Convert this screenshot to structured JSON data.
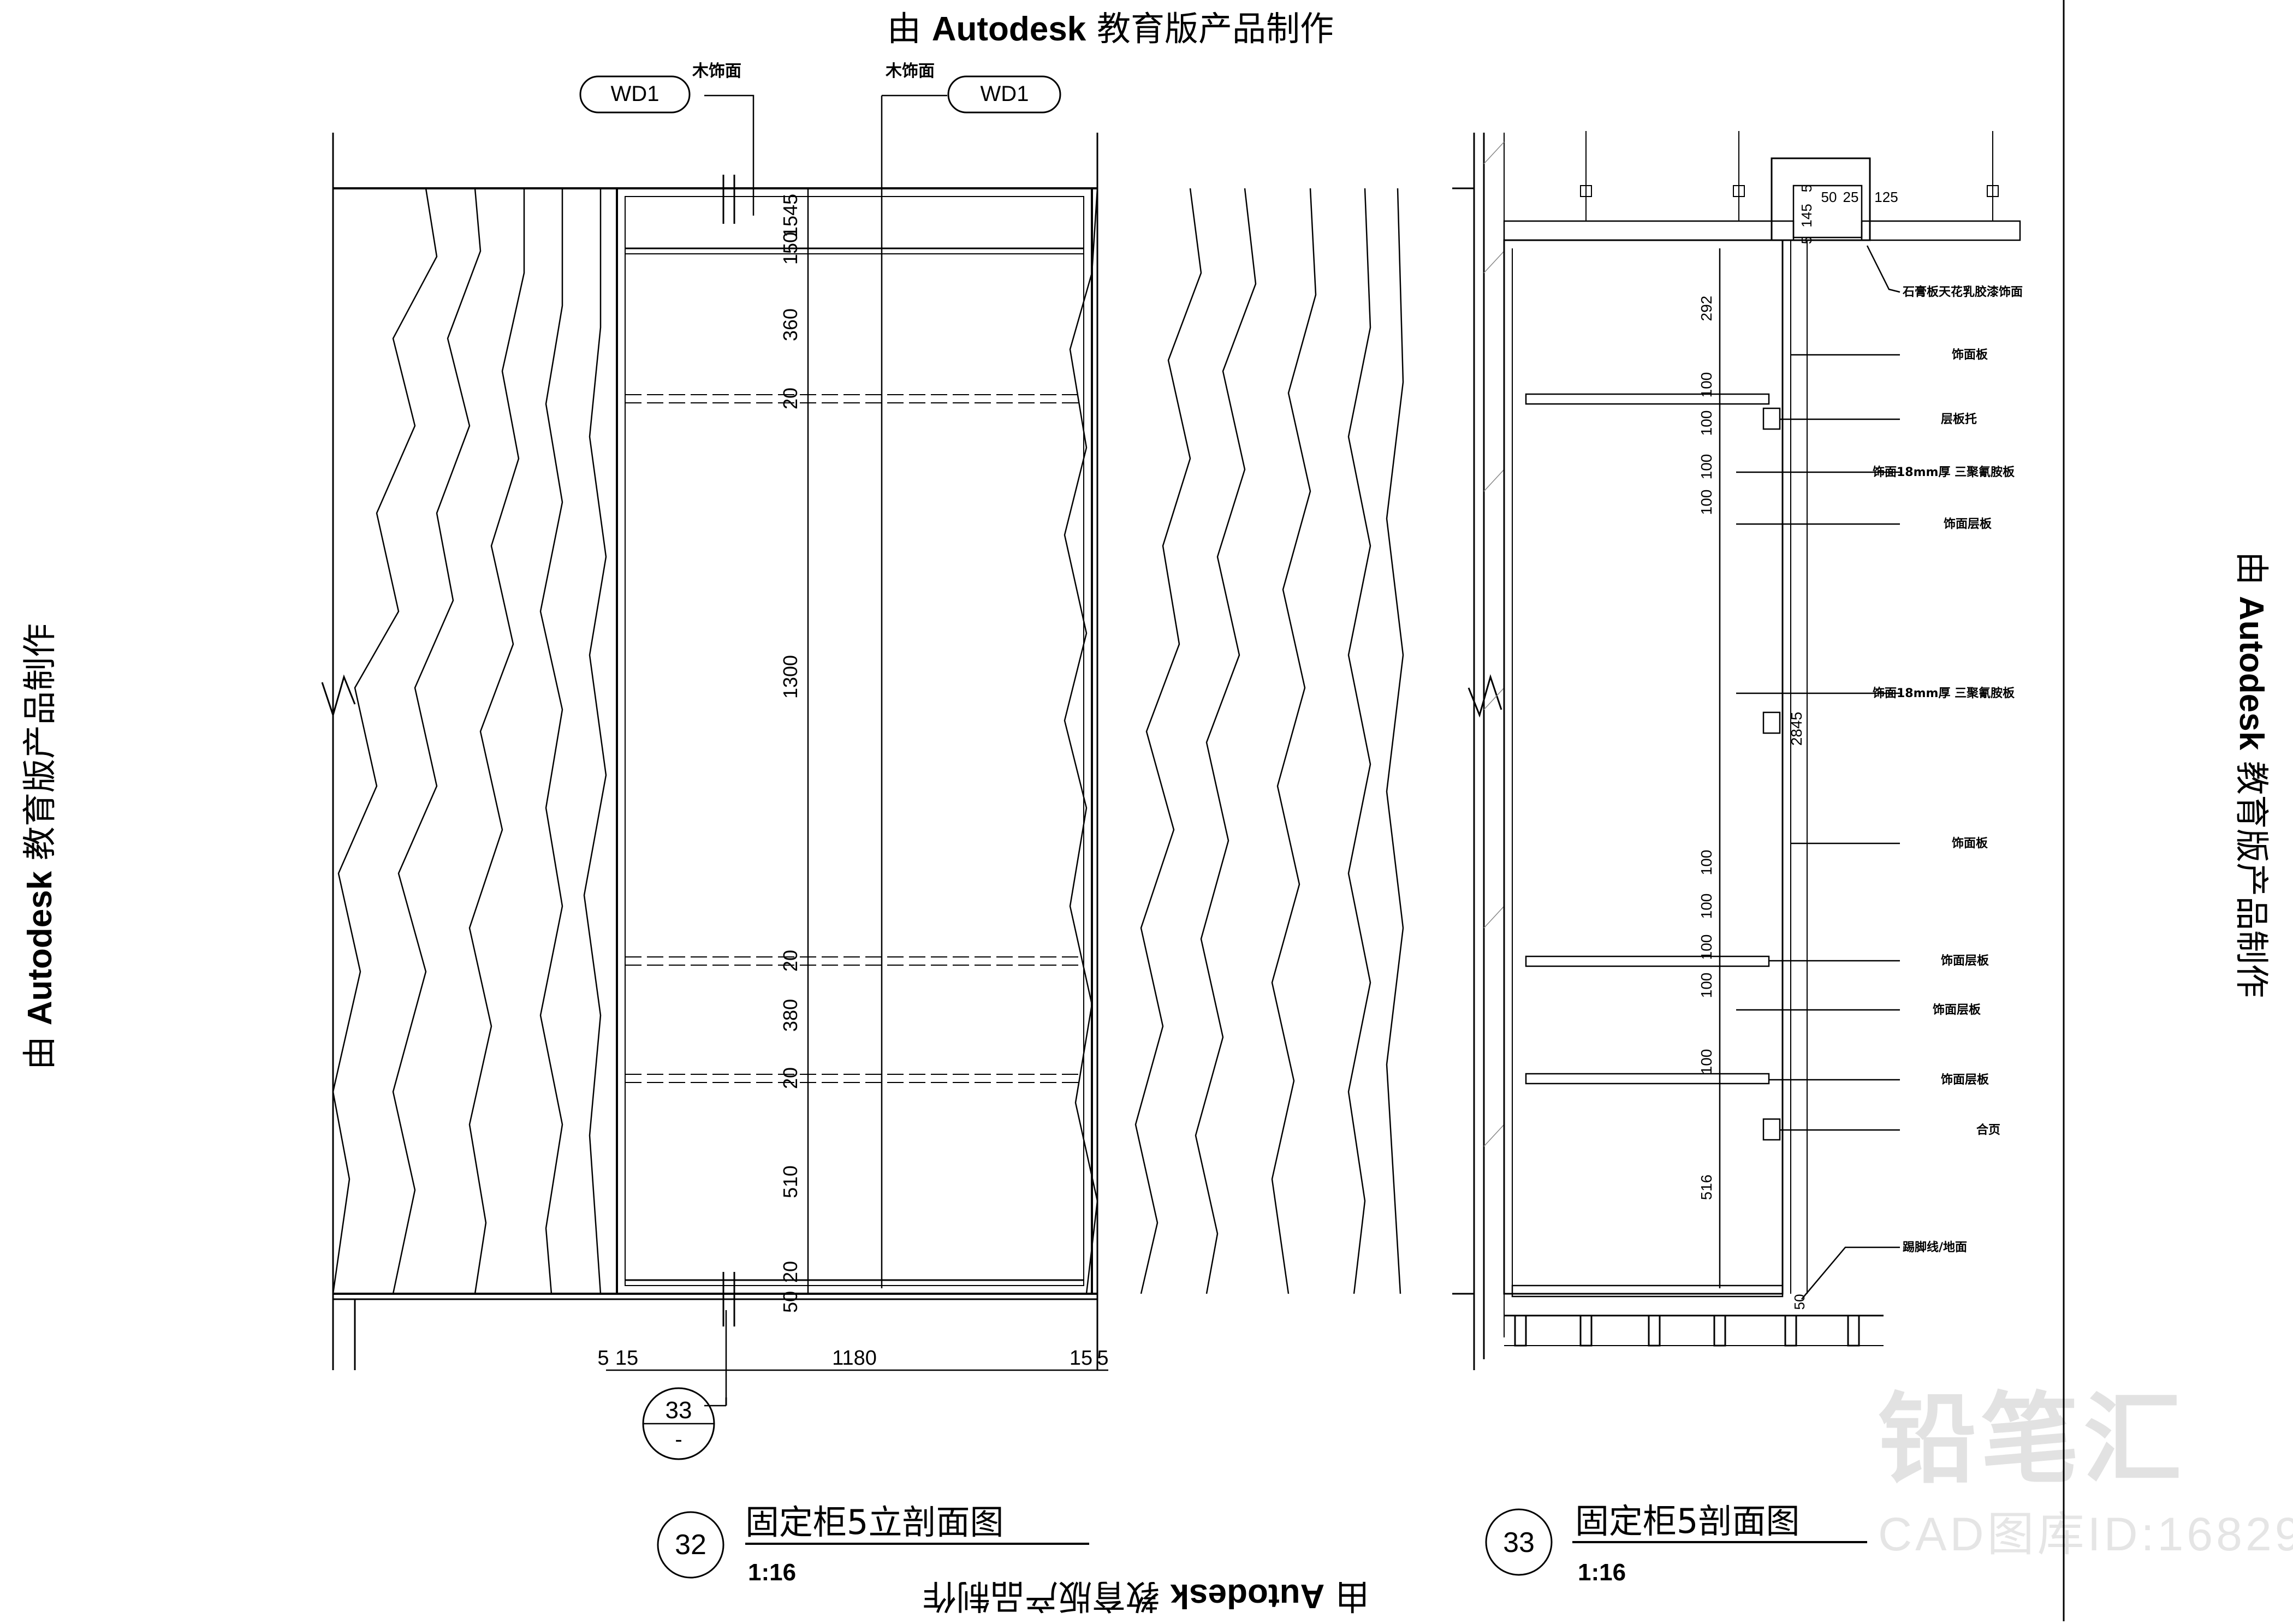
{
  "stamp_text_prefix": "由",
  "stamp_text_brand": "Autodesk",
  "stamp_text_suffix": "教育版产品制作",
  "watermark": {
    "brand_cn": "铅笔汇",
    "code": "CAD图库ID:16829"
  },
  "elevation": {
    "tag_left": "WD1",
    "tag_right": "WD1",
    "material_left": "木饰面",
    "material_right": "木饰面",
    "vertical_dims": [
      "45",
      "15",
      "150",
      "360",
      "20",
      "1300",
      "20",
      "380",
      "20",
      "510",
      "20",
      "50"
    ],
    "horizontal_dims": [
      "5",
      "15",
      "1180",
      "15",
      "5"
    ],
    "section_ref_number": "33",
    "section_ref_sheet": "-",
    "title_number": "32",
    "title": "固定柜5立剖面图",
    "scale": "1:16"
  },
  "section": {
    "top_dims": [
      "50",
      "25",
      "125"
    ],
    "top_small_dims": [
      "5",
      "145",
      "5"
    ],
    "vertical_dims": [
      "292",
      "100",
      "100",
      "100",
      "100",
      "100",
      "100",
      "100",
      "100",
      "100",
      "516"
    ],
    "overall_height": "2845",
    "bottom_dim": "50",
    "callouts": [
      "石膏板天花乳胶漆饰面",
      "饰面板",
      "层板托",
      "饰面18mm厚 三聚氰胺板",
      "饰面层板",
      "饰面18mm厚 三聚氰胺板",
      "饰面板",
      "饰面层板",
      "饰面层板",
      "饰面层板",
      "合页",
      "踢脚线/地面"
    ],
    "title_number": "33",
    "title": "固定柜5剖面图",
    "scale": "1:16"
  }
}
